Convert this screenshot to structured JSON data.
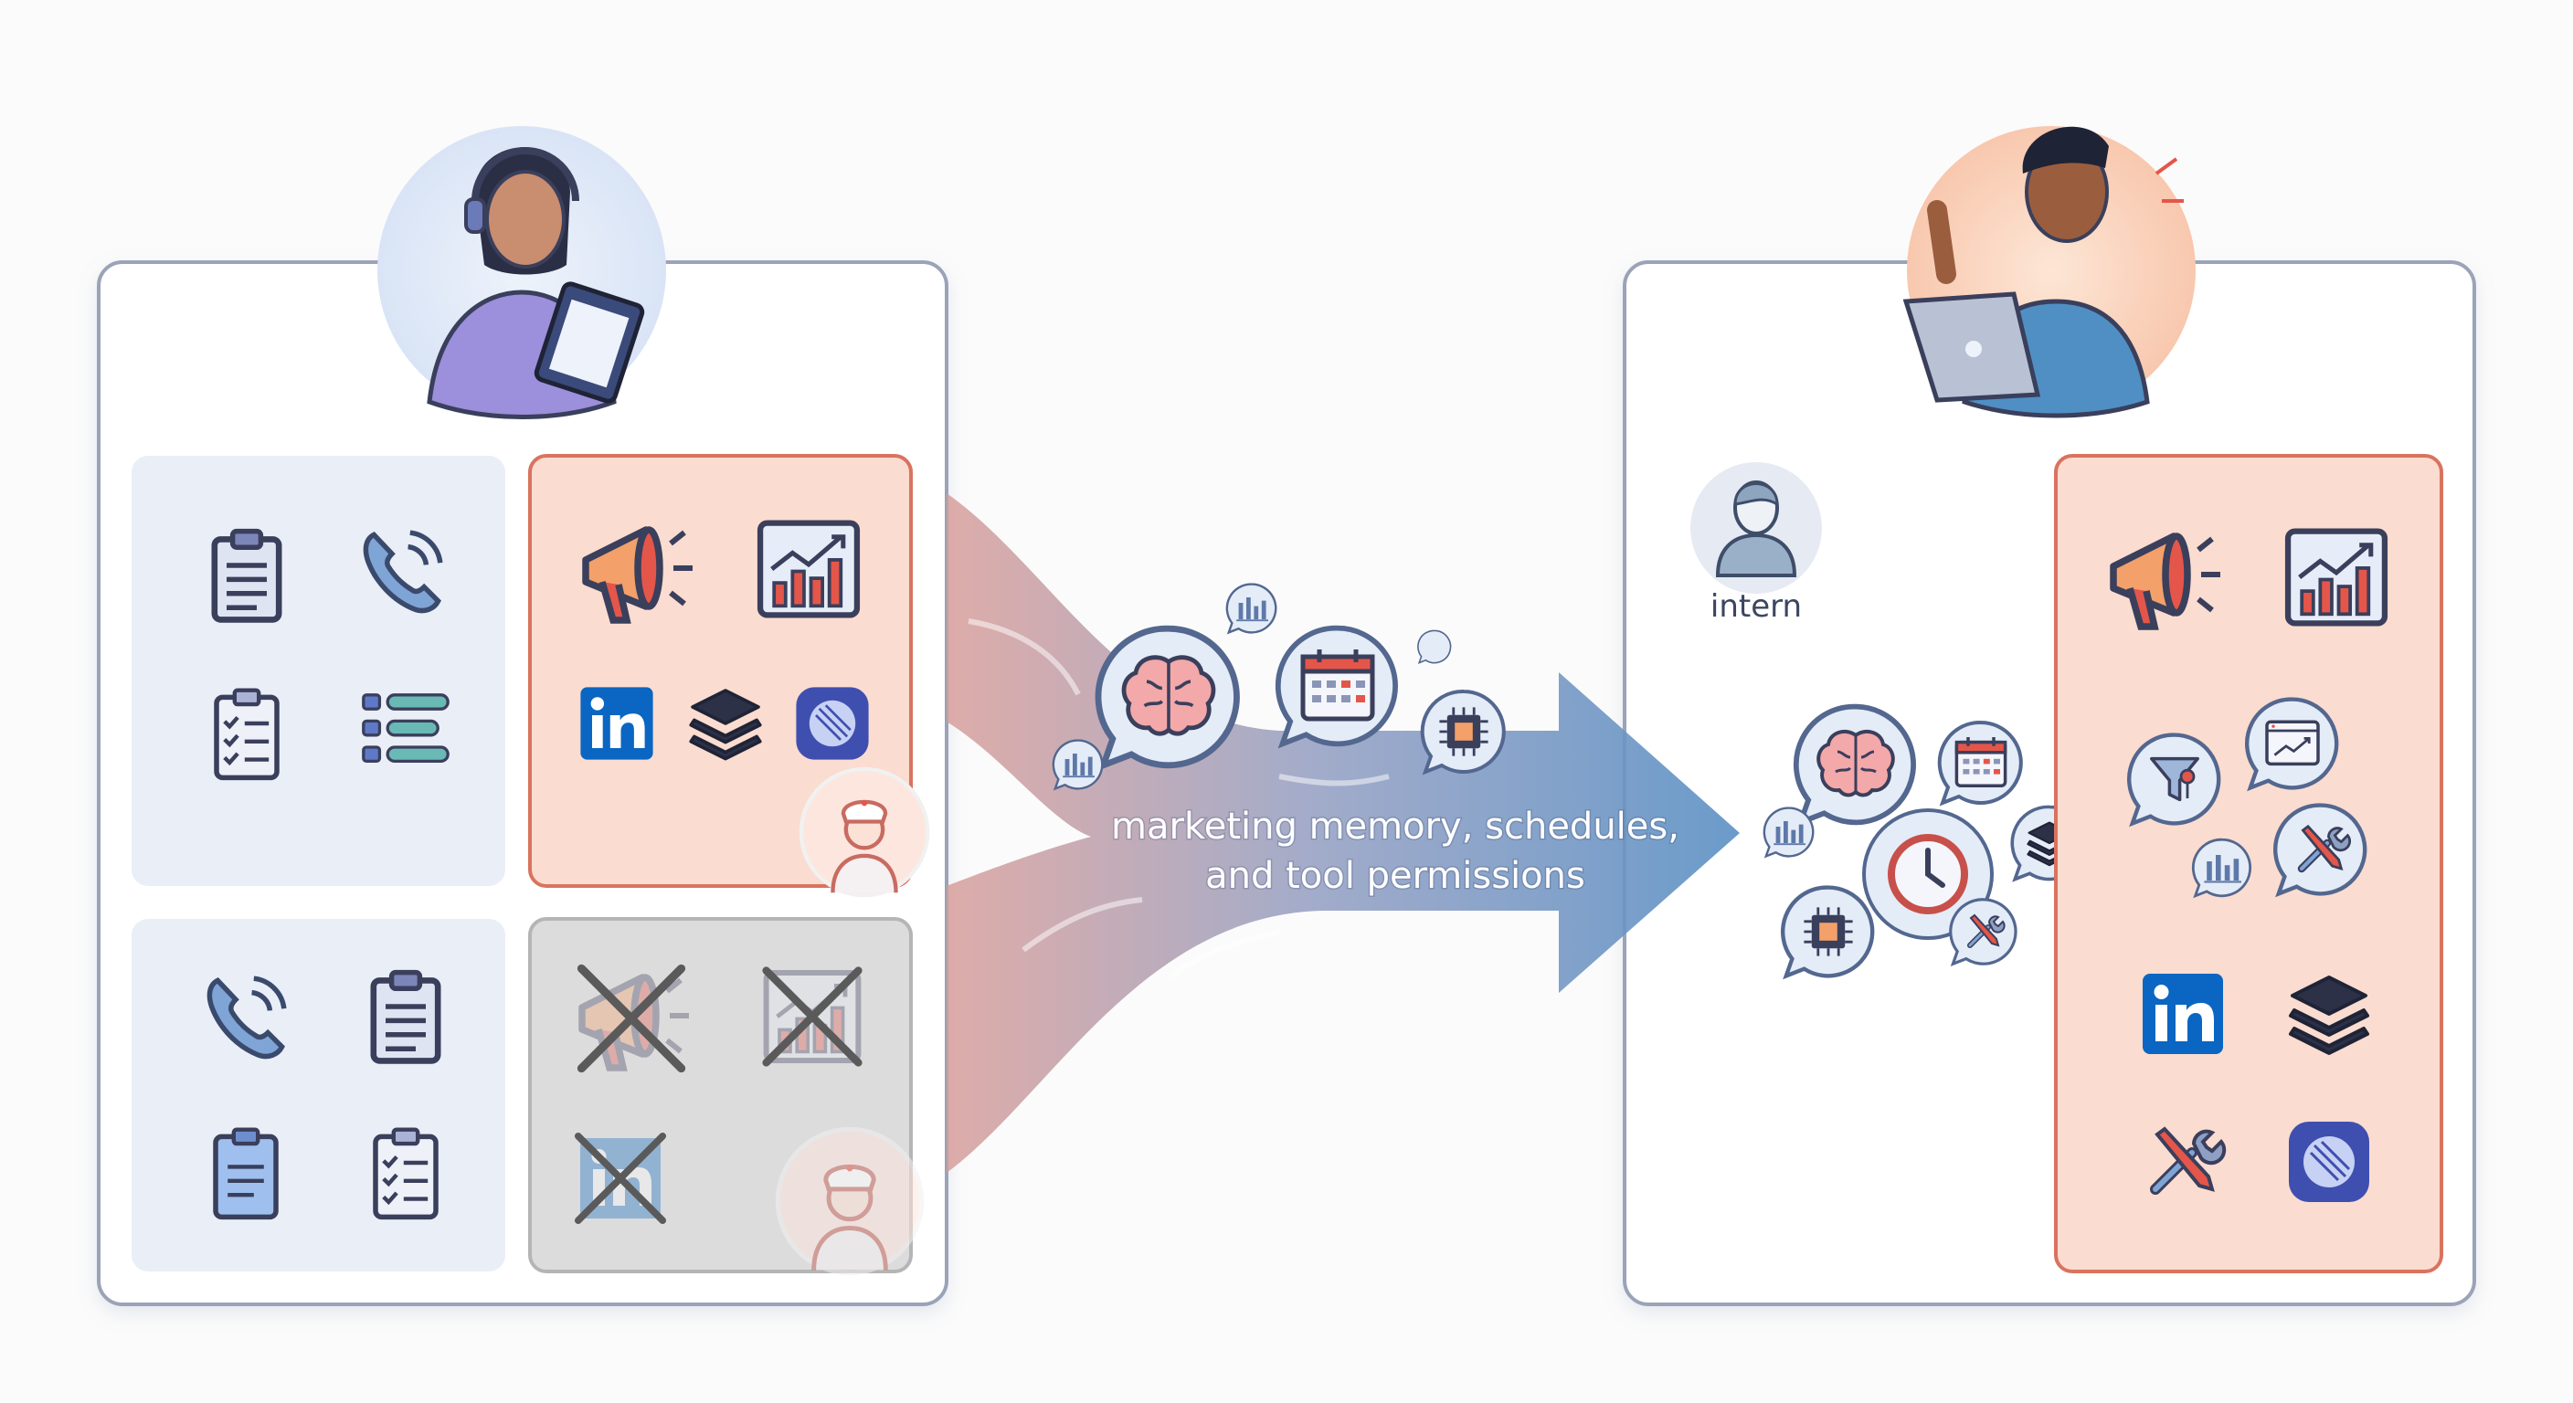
{
  "flow": {
    "label_line1": "marketing memory, schedules,",
    "label_line2": "and tool permissions"
  },
  "right_panel": {
    "intern_label": "intern"
  },
  "logos": {
    "linkedin": "in"
  },
  "colors": {
    "panel_border": "#9aa3b8",
    "quad_blue": "#eaeef7",
    "quad_orange": "#fbdcd0",
    "quad_orange_border": "#d9735f",
    "quad_gray": "#dcdcdc",
    "arrow_start": "#d69a96",
    "arrow_end": "#5b90c4",
    "linkedin": "#0a66c2",
    "app": "#3f4fb0"
  }
}
